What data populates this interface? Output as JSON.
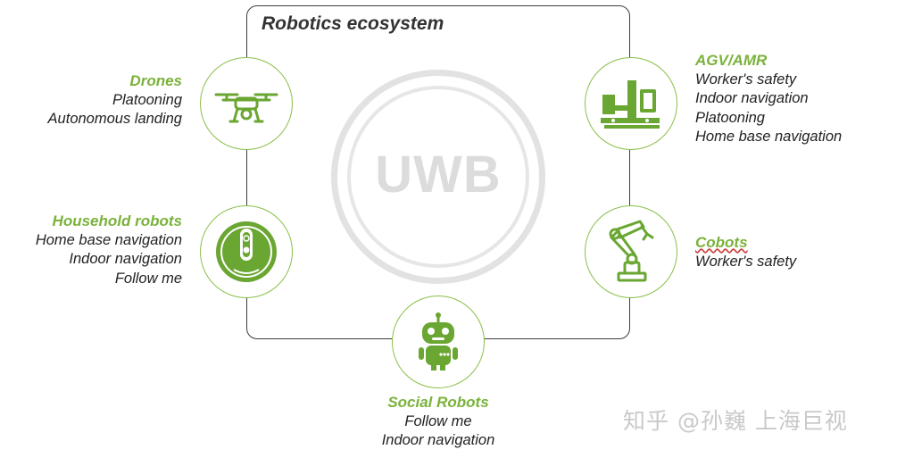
{
  "diagram": {
    "title": "Robotics ecosystem",
    "center_logo_text": "UWB",
    "accent_color": "#7ab23a",
    "nodes": [
      {
        "heading": "Drones",
        "icon": "drone-icon",
        "items": [
          "Platooning",
          "Autonomous landing"
        ]
      },
      {
        "heading": "Household robots",
        "icon": "robot-vacuum-icon",
        "items": [
          "Home base navigation",
          "Indoor navigation",
          "Follow me"
        ]
      },
      {
        "heading": "Social Robots",
        "icon": "social-robot-icon",
        "items": [
          "Follow me",
          "Indoor navigation"
        ]
      },
      {
        "heading": "AGV/AMR",
        "icon": "forklift-agv-icon",
        "items": [
          "Worker's safety",
          "Indoor navigation",
          "Platooning",
          "Home base navigation"
        ]
      },
      {
        "heading": "Cobots",
        "icon": "robotic-arm-icon",
        "items": [
          "Worker's safety"
        ]
      }
    ]
  },
  "watermark": "知乎 @孙巍 上海巨视"
}
